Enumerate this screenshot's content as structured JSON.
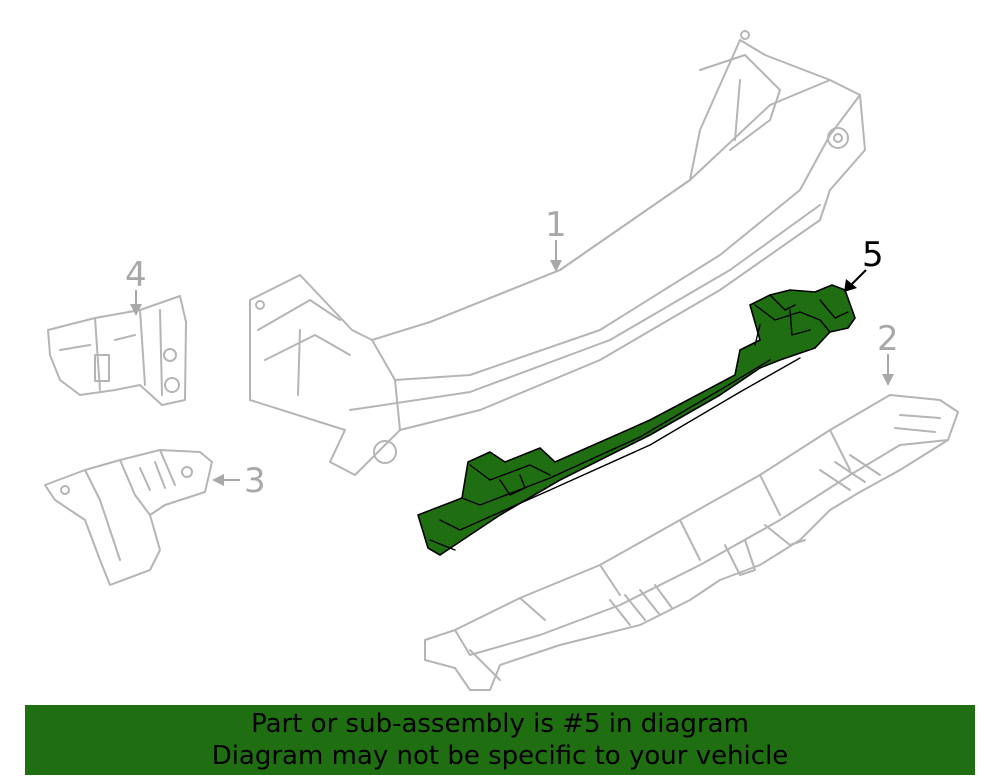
{
  "diagram": {
    "callouts": [
      {
        "id": "1",
        "label": "1",
        "highlighted": false
      },
      {
        "id": "2",
        "label": "2",
        "highlighted": false
      },
      {
        "id": "3",
        "label": "3",
        "highlighted": false
      },
      {
        "id": "4",
        "label": "4",
        "highlighted": false
      },
      {
        "id": "5",
        "label": "5",
        "highlighted": true
      }
    ],
    "highlight_color": "#1f6e12",
    "outline_color": "#b5b5b5"
  },
  "banner": {
    "line1": "Part or sub-assembly is #5 in diagram",
    "line2": "Diagram may not be specific to your vehicle",
    "background": "#1f6e12"
  }
}
